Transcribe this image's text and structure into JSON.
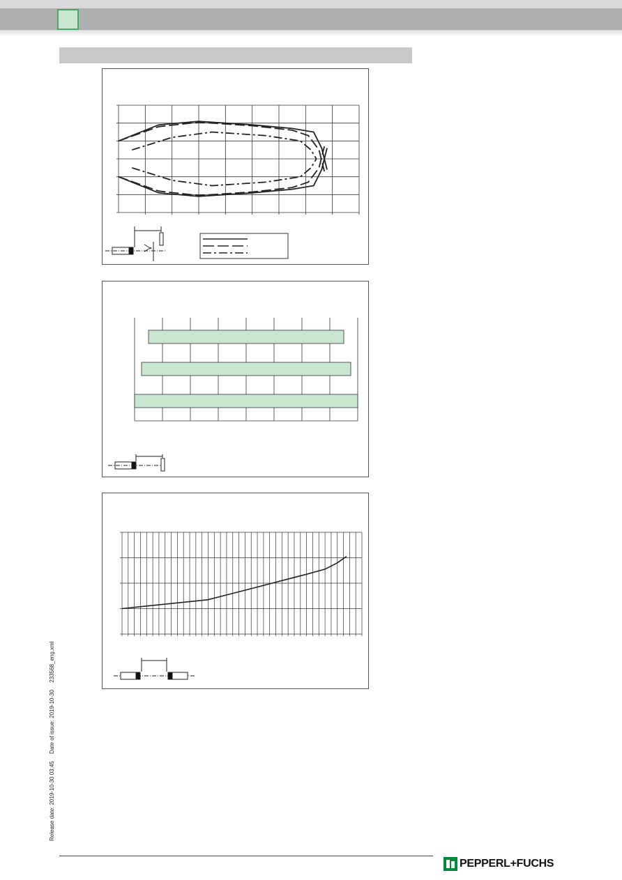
{
  "side_text": {
    "release_date": "Release date: 2019-10-30 03:45",
    "date_of_issue": "Date of issue: 2019-10-30",
    "file_name": "233568_eng.xml"
  },
  "brand": {
    "name": "PEPPERL+FUCHS",
    "color": "#008a3e"
  },
  "colors": {
    "header_accent": "#4aa863",
    "bar_fill": "#c8e6d0"
  },
  "chart_data": [
    {
      "type": "line",
      "xlim": [
        0,
        9
      ],
      "ylim": [
        -3,
        3
      ],
      "series": [
        {
          "style": "solid",
          "x": [
            0,
            1.5,
            3,
            5,
            6.5,
            7.3,
            7.6,
            7.8
          ],
          "y": [
            1,
            1.9,
            2.1,
            1.9,
            1.7,
            1.5,
            0.6,
            -0.6
          ],
          "y_lower": [
            -1,
            -1.9,
            -2.1,
            -1.9,
            -1.7,
            -1.5,
            -0.6,
            0.6
          ]
        },
        {
          "style": "dashed",
          "x": [
            0,
            1.5,
            3,
            5,
            6.5,
            7.1,
            7.5,
            7.7
          ],
          "y": [
            1,
            1.8,
            2.05,
            1.85,
            1.6,
            1.3,
            0.5,
            -0.7
          ],
          "y_lower": [
            -1,
            -1.8,
            -2.05,
            -1.85,
            -1.6,
            -1.3,
            -0.5,
            0.7
          ]
        },
        {
          "style": "dash-dot",
          "x": [
            0.5,
            2,
            3.5,
            5.5,
            6.8,
            7.2,
            7.4
          ],
          "y": [
            0.5,
            1.2,
            1.5,
            1.3,
            1,
            0.5,
            0
          ],
          "y_lower": [
            -0.5,
            -1.2,
            -1.5,
            -1.3,
            -1,
            -0.5,
            0
          ]
        }
      ]
    },
    {
      "type": "bar",
      "orientation": "horizontal",
      "xlim": [
        0,
        8
      ],
      "bars": [
        {
          "start": 0.5,
          "end": 7.5
        },
        {
          "start": 0.25,
          "end": 7.75
        },
        {
          "start": 0,
          "end": 8
        }
      ]
    },
    {
      "type": "line",
      "xlim": [
        0,
        39
      ],
      "ylim": [
        0,
        4
      ],
      "series": [
        {
          "style": "solid",
          "x": [
            0,
            4,
            8,
            12,
            14,
            18,
            22,
            26,
            30,
            33,
            35,
            36.5
          ],
          "y": [
            1,
            1.1,
            1.2,
            1.3,
            1.35,
            1.6,
            1.85,
            2.1,
            2.35,
            2.55,
            2.8,
            3.05
          ]
        }
      ]
    }
  ]
}
